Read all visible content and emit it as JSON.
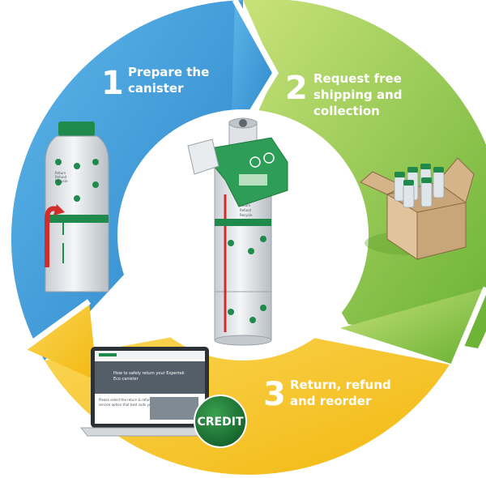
{
  "steps": [
    {
      "number": "1",
      "line1": "Prepare the",
      "line2": "canister",
      "line3": "",
      "color": "#3d9ad8"
    },
    {
      "number": "2",
      "line1": "Request free",
      "line2": "shipping and",
      "line3": "collection",
      "color": "#8cc63f"
    },
    {
      "number": "3",
      "line1": "Return, refund",
      "line2": "and reorder",
      "line3": "",
      "color": "#f4c21b"
    }
  ],
  "credit_badge": {
    "label": "CREDIT",
    "color": "#1f7a3a"
  },
  "laptop_screen": {
    "hero_line1": "How to safely return your Expertek",
    "hero_line2": "Eco canister",
    "body_line1": "Please select the return & refund",
    "body_line2": "service option that best suits your"
  },
  "canister_label": {
    "line1": "Return",
    "line2": "Refund",
    "line3": "Recycle"
  },
  "colors": {
    "blue": "#3d9ad8",
    "green": "#8cc63f",
    "yellow": "#f4c21b",
    "canister_green": "#1f8a4c",
    "arrow_red": "#d12d2a"
  }
}
